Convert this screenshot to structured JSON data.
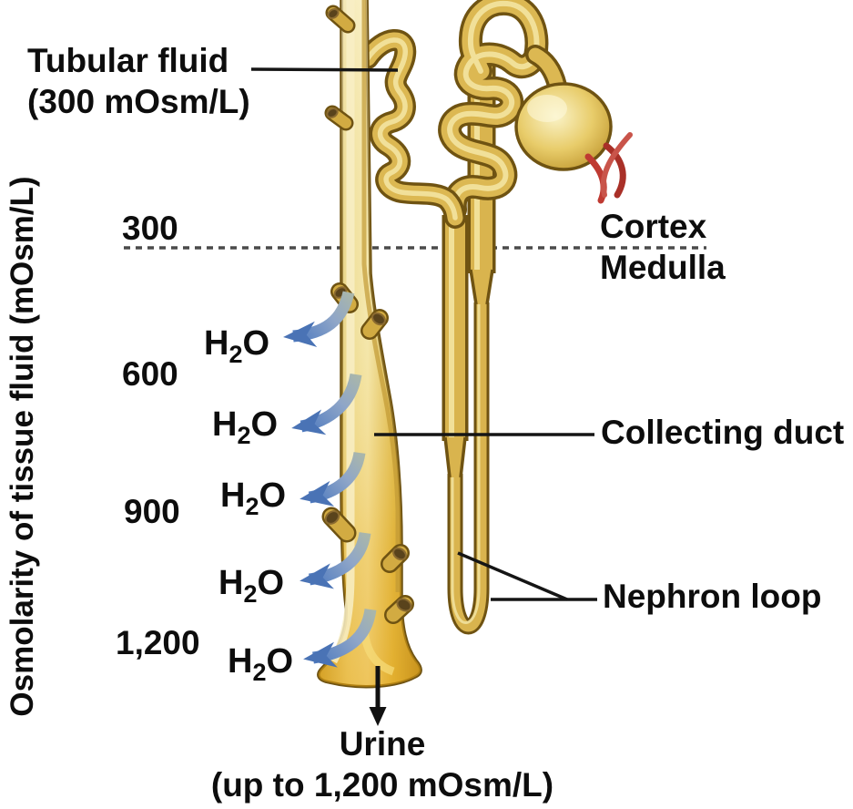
{
  "figure": {
    "axis_label": "Osmolarity of tissue fluid (mOsm/L)",
    "osmolarity_scale": {
      "ticks": [
        "300",
        "600",
        "900",
        "1,200"
      ]
    },
    "regions": {
      "cortex": "Cortex",
      "medulla": "Medulla"
    },
    "callouts": {
      "tubular_fluid": {
        "line1": "Tubular fluid",
        "line2": "(300 mOsm/L)"
      },
      "collecting_duct": "Collecting duct",
      "nephron_loop": "Nephron loop",
      "urine": {
        "line1": "Urine",
        "line2": "(up to 1,200 mOsm/L)"
      }
    },
    "water_symbol": {
      "element": "H",
      "subscript": "2",
      "oxygen": "O"
    },
    "water_arrow_count": 5
  },
  "colors": {
    "tube_gold": "#d9b44e",
    "tube_highlight": "#f3e4a2",
    "tube_outline": "#6f5312",
    "duct_deep_gold": "#e8a612",
    "water_arrow_blue": "#4f7bc0",
    "water_arrow_head": "#4a73b5",
    "vessel_red": "#bf3a32",
    "boundary_dash_gray": "#4b4b4b",
    "label_black": "#0d0d0d",
    "background": "#ffffff"
  }
}
